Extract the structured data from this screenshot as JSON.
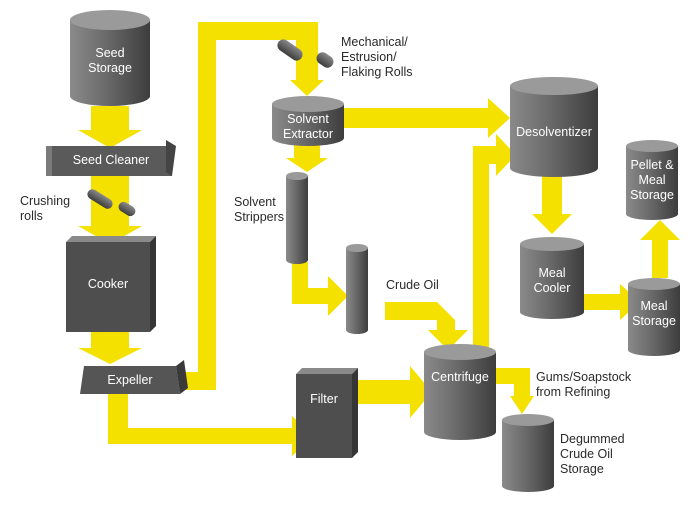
{
  "colors": {
    "flow": "#f5e100",
    "equipment_light": "#8a8a8a",
    "equipment_dark": "#3d3d3d",
    "equipment_top": "#9a9a9a",
    "inner_text": "#ffffff",
    "outer_text": "#2a2a2a"
  },
  "nodes": {
    "seed_storage": "Seed\nStorage",
    "seed_cleaner": "Seed Cleaner",
    "crushing_rolls": "Crushing\nrolls",
    "cooker": "Cooker",
    "expeller": "Expeller",
    "flaking_rolls": "Mechanical/\nEstrusion/\nFlaking Rolls",
    "solvent_extractor": "Solvent\nExtractor",
    "solvent_strippers": "Solvent\nStrippers",
    "crude_oil": "Crude Oil",
    "desolventizer": "Desolventizer",
    "pellet_meal_storage": "Pellet &\nMeal\nStorage",
    "meal_cooler": "Meal\nCooler",
    "meal_storage": "Meal\nStorage",
    "filter": "Filter",
    "centrifuge": "Centrifuge",
    "gums_soapstock": "Gums/Soapstock\nfrom Refining",
    "degummed_storage": "Degummed\nCrude Oil\nStorage"
  }
}
